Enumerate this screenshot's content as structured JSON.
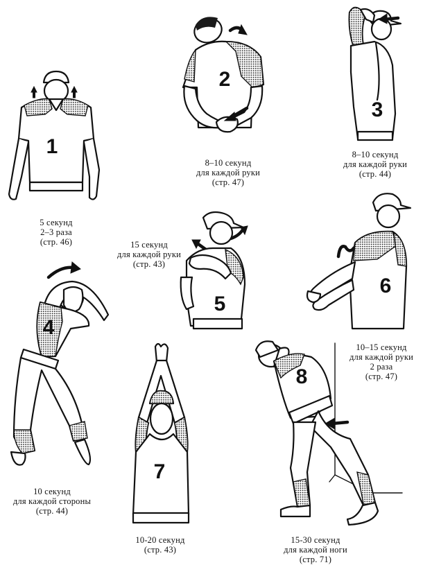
{
  "figures": [
    {
      "number": "1"
    },
    {
      "number": "2"
    },
    {
      "number": "3"
    },
    {
      "number": "4"
    },
    {
      "number": "5"
    },
    {
      "number": "6"
    },
    {
      "number": "7"
    },
    {
      "number": "8"
    }
  ],
  "captions": {
    "c1": {
      "line1": "5 секунд",
      "line2": "2–3 раза",
      "line3": "(стр. 46)"
    },
    "c2": {
      "line1": "8–10 секунд",
      "line2": "для каждой руки",
      "line3": "(стр. 47)"
    },
    "c3": {
      "line1": "8–10 секунд",
      "line2": "для каждой руки",
      "line3": "(стр. 44)"
    },
    "c4": {
      "line1": "10 секунд",
      "line2": "для каждой стороны",
      "line3": "(стр. 44)"
    },
    "c5": {
      "line1": "15 секунд",
      "line2": "для каждой руки",
      "line3": "(стр. 43)"
    },
    "c6": {
      "line1": "10–15 секунд",
      "line2": "для каждой руки",
      "line3": "2 раза",
      "line4": "(стр. 47)"
    },
    "c7": {
      "line1": "10-20 секунд",
      "line2": "(стр. 43)"
    },
    "c8": {
      "line1": "15-30 секунд",
      "line2": "для каждой ноги",
      "line3": "(стр. 71)"
    }
  },
  "icons": [
    "arrow-up-icon",
    "curved-arrow-icon",
    "straight-arrow-icon"
  ]
}
